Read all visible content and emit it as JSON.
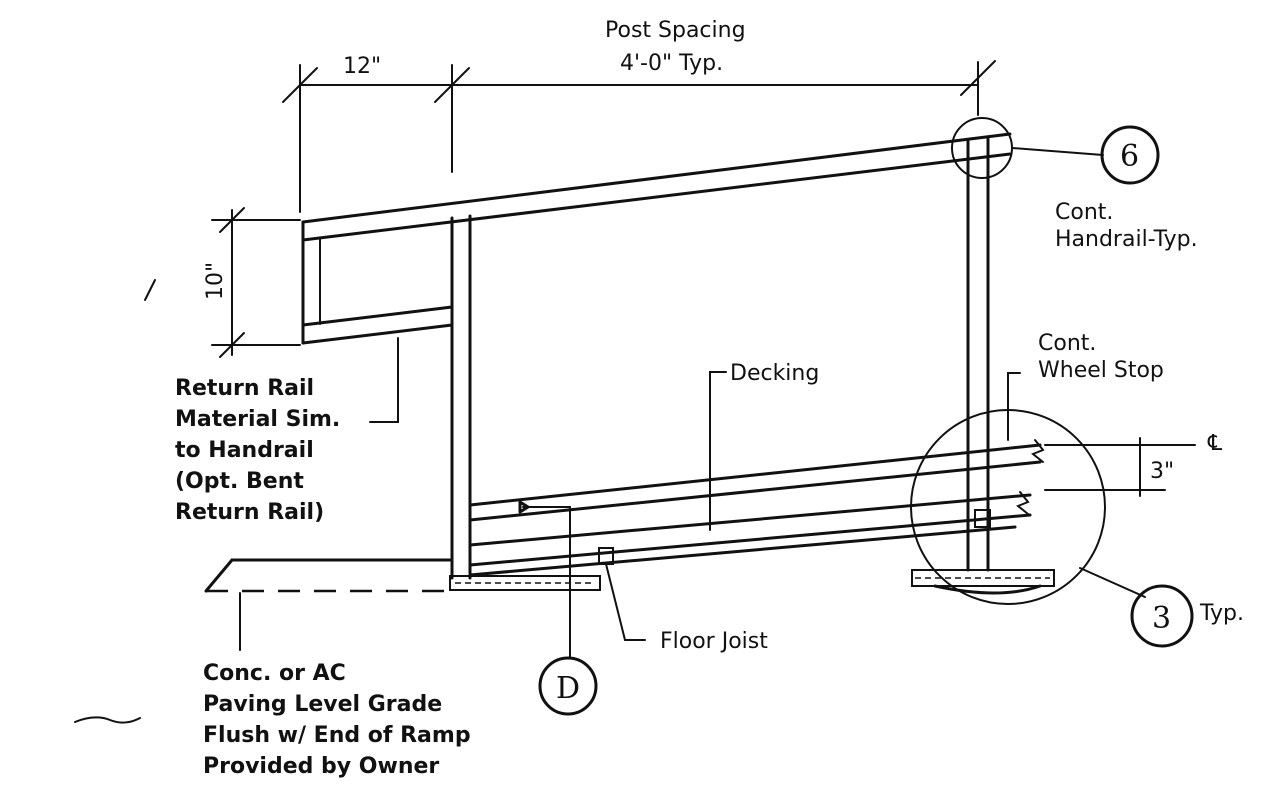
{
  "dimensions": {
    "post_spacing_label_line1": "Post Spacing",
    "post_spacing_label_line2": "4'-0\"  Typ.",
    "return_length": "12\"",
    "return_height": "10\"",
    "wheel_stop_offset": "3\""
  },
  "labels": {
    "handrail_line1": "Cont.",
    "handrail_line2": "Handrail-Typ.",
    "wheel_stop_line1": "Cont.",
    "wheel_stop_line2": "Wheel Stop",
    "decking": "Decking",
    "floor_joist": "Floor Joist",
    "return_rail": [
      "Return Rail",
      "Material Sim.",
      "to Handrail",
      "(Opt. Bent",
      "Return Rail)"
    ],
    "paving": [
      "Conc. or AC",
      "Paving Level Grade",
      "Flush w/ End of Ramp",
      "Provided by Owner"
    ],
    "centerline": "℄",
    "typ": "Typ."
  },
  "callouts": {
    "detail_6": "6",
    "detail_3": "3",
    "detail_d": "D"
  },
  "colors": {
    "ink": "#111111",
    "paper": "#ffffff"
  }
}
